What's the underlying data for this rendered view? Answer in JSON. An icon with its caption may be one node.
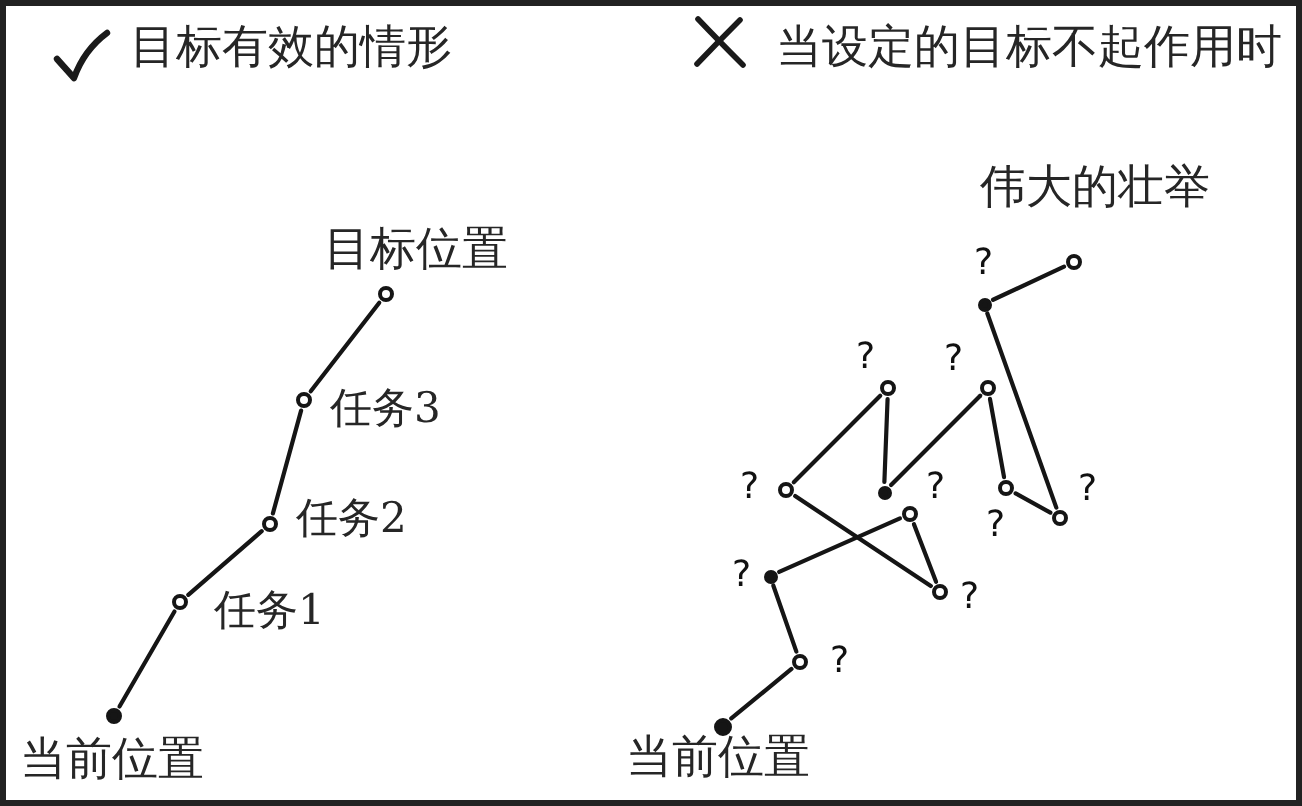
{
  "diagram": {
    "nodes": [
      {
        "text": [],
        "shape": "circle",
        "beside": [
          "目标位置"
        ]
      },
      {
        "text": [],
        "shape": "circle",
        "beside": [
          "任务3"
        ]
      },
      {
        "text": [],
        "shape": "circle",
        "beside": [
          "任务2"
        ]
      },
      {
        "text": [],
        "shape": "circle",
        "beside": [
          "任务1"
        ]
      },
      {
        "text": [],
        "shape": "circle",
        "beside": [
          "当前位置"
        ]
      },
      {
        "text": [],
        "shape": "circle",
        "beside": [
          "伟大的壮举"
        ]
      },
      {
        "text": [],
        "shape": "circle",
        "beside": [
          "?"
        ]
      },
      {
        "text": [],
        "shape": "circle",
        "beside": [
          "?"
        ]
      },
      {
        "text": [],
        "shape": "circle",
        "beside": [
          "?"
        ]
      },
      {
        "text": [],
        "shape": "circle",
        "beside": [
          "?"
        ]
      },
      {
        "text": [],
        "shape": "circle"
      },
      {
        "text": [],
        "shape": "circle",
        "beside": [
          "?"
        ]
      },
      {
        "text": [],
        "shape": "circle",
        "beside": [
          "?"
        ]
      },
      {
        "text": [],
        "shape": "circle",
        "beside": [
          "?"
        ]
      },
      {
        "text": [],
        "shape": "circle",
        "beside": [
          "?"
        ]
      },
      {
        "text": [],
        "shape": "circle",
        "beside": [
          "?"
        ]
      },
      {
        "text": [],
        "shape": "circle",
        "beside": [
          "?"
        ]
      },
      {
        "text": [],
        "shape": "circle",
        "beside": [
          "当前位置"
        ]
      }
    ],
    "edges": [
      {
        "from": 4,
        "to": 3,
        "arrow": "none"
      },
      {
        "from": 3,
        "to": 2,
        "arrow": "none"
      },
      {
        "from": 2,
        "to": 1,
        "arrow": "none"
      },
      {
        "from": 1,
        "to": 0,
        "arrow": "none"
      },
      {
        "from": 17,
        "to": 16,
        "arrow": "none"
      },
      {
        "from": 16,
        "to": 14,
        "arrow": "none"
      },
      {
        "from": 14,
        "to": 12,
        "arrow": "none"
      },
      {
        "from": 12,
        "to": 15,
        "arrow": "none"
      },
      {
        "from": 9,
        "to": 15,
        "arrow": "none"
      },
      {
        "from": 9,
        "to": 7,
        "arrow": "none"
      },
      {
        "from": 10,
        "to": 7,
        "arrow": "none"
      },
      {
        "from": 10,
        "to": 8,
        "arrow": "none"
      },
      {
        "from": 11,
        "to": 8,
        "arrow": "none"
      },
      {
        "from": 11,
        "to": 13,
        "arrow": "none"
      },
      {
        "from": 13,
        "to": 6,
        "arrow": "none"
      },
      {
        "from": 6,
        "to": 5,
        "arrow": "none"
      }
    ],
    "labels": [
      "目标有效的情形",
      "当设定的目标不起作用时"
    ]
  }
}
